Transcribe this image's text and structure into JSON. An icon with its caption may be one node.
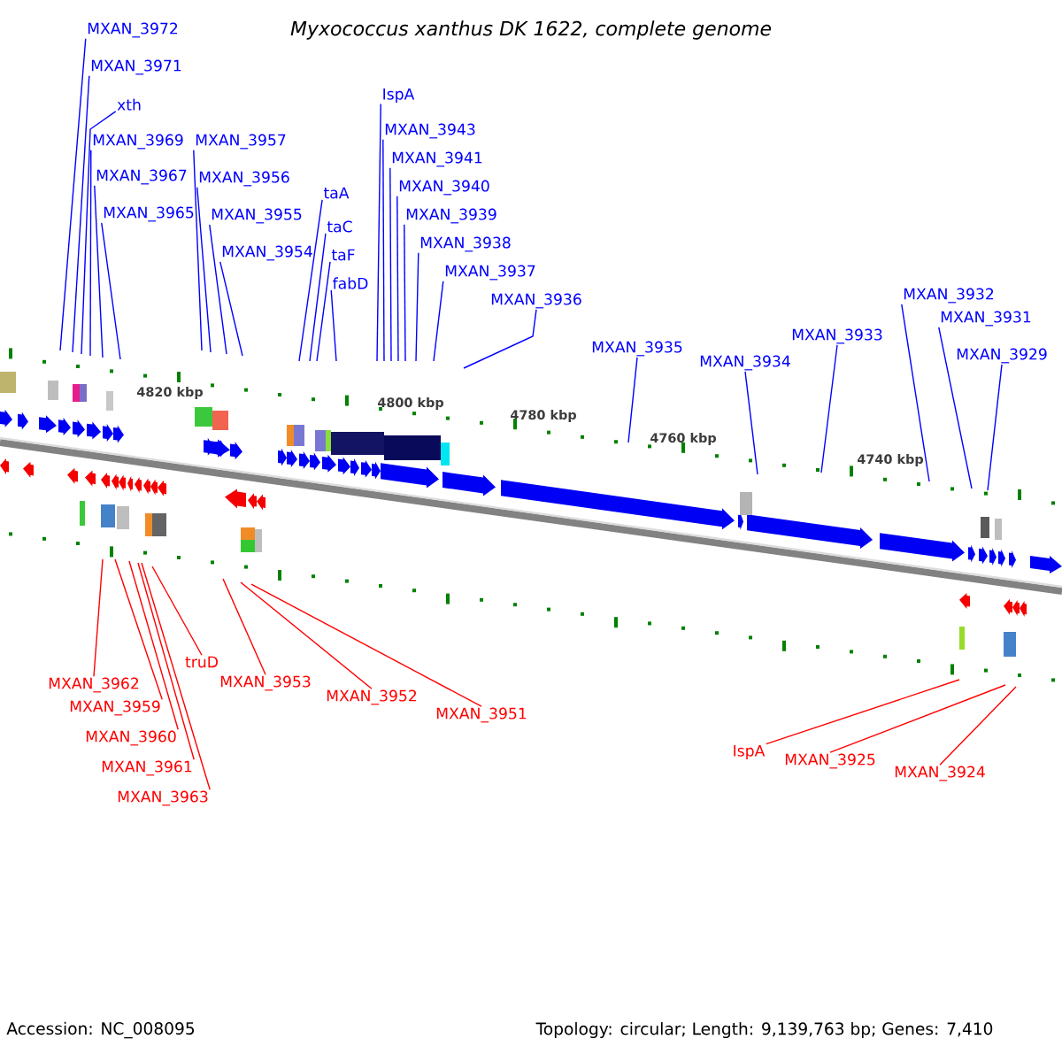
{
  "diagram": {
    "title": "Myxococcus xanthus DK 1622, complete genome",
    "nodes": [
      {
        "text": [
          "MXAN_3972"
        ]
      },
      {
        "text": [
          "MXAN_3971"
        ]
      },
      {
        "text": [
          "xth"
        ]
      },
      {
        "text": [
          "MXAN_3969"
        ]
      },
      {
        "text": [
          "MXAN_3967"
        ]
      },
      {
        "text": [
          "MXAN_3965"
        ]
      },
      {
        "text": [
          "MXAN_3957"
        ]
      },
      {
        "text": [
          "MXAN_3956"
        ]
      },
      {
        "text": [
          "MXAN_3955"
        ]
      },
      {
        "text": [
          "MXAN_3954"
        ]
      },
      {
        "text": [
          "IspA"
        ]
      },
      {
        "text": [
          "MXAN_3943"
        ]
      },
      {
        "text": [
          "MXAN_3941"
        ]
      },
      {
        "text": [
          "taA"
        ]
      },
      {
        "text": [
          "MXAN_3940"
        ]
      },
      {
        "text": [
          "taC"
        ]
      },
      {
        "text": [
          "MXAN_3939"
        ]
      },
      {
        "text": [
          "taF"
        ]
      },
      {
        "text": [
          "MXAN_3938"
        ]
      },
      {
        "text": [
          "fabD"
        ]
      },
      {
        "text": [
          "MXAN_3937"
        ]
      },
      {
        "text": [
          "MXAN_3936"
        ]
      },
      {
        "text": [
          "MXAN_3935"
        ]
      },
      {
        "text": [
          "MXAN_3934"
        ]
      },
      {
        "text": [
          "MXAN_3933"
        ]
      },
      {
        "text": [
          "MXAN_3932"
        ]
      },
      {
        "text": [
          "MXAN_3931"
        ]
      },
      {
        "text": [
          "MXAN_3929"
        ]
      },
      {
        "text": [
          "MXAN_3962"
        ]
      },
      {
        "text": [
          "truD"
        ]
      },
      {
        "text": [
          "MXAN_3953"
        ]
      },
      {
        "text": [
          "MXAN_3959"
        ]
      },
      {
        "text": [
          "MXAN_3952"
        ]
      },
      {
        "text": [
          "MXAN_3960"
        ]
      },
      {
        "text": [
          "MXAN_3951"
        ]
      },
      {
        "text": [
          "MXAN_3961"
        ]
      },
      {
        "text": [
          "MXAN_3963"
        ]
      },
      {
        "text": [
          "IspA"
        ]
      },
      {
        "text": [
          "MXAN_3925"
        ]
      },
      {
        "text": [
          "MXAN_3924"
        ]
      }
    ],
    "edges": [
      {
        "from": 0,
        "to": null,
        "arrow": "none"
      },
      {
        "from": 1,
        "to": null,
        "arrow": "none"
      },
      {
        "from": 2,
        "to": null,
        "arrow": "none"
      },
      {
        "from": 3,
        "to": null,
        "arrow": "none"
      },
      {
        "from": 4,
        "to": null,
        "arrow": "none"
      },
      {
        "from": 5,
        "to": null,
        "arrow": "none"
      },
      {
        "from": 6,
        "to": null,
        "arrow": "none"
      },
      {
        "from": 7,
        "to": null,
        "arrow": "none"
      },
      {
        "from": 8,
        "to": null,
        "arrow": "none"
      },
      {
        "from": 9,
        "to": null,
        "arrow": "none"
      },
      {
        "from": 10,
        "to": null,
        "arrow": "none"
      },
      {
        "from": 11,
        "to": null,
        "arrow": "none"
      },
      {
        "from": 12,
        "to": null,
        "arrow": "none"
      },
      {
        "from": 13,
        "to": null,
        "arrow": "none"
      },
      {
        "from": 14,
        "to": null,
        "arrow": "none"
      },
      {
        "from": 15,
        "to": null,
        "arrow": "none"
      },
      {
        "from": 16,
        "to": null,
        "arrow": "none"
      },
      {
        "from": 17,
        "to": null,
        "arrow": "none"
      },
      {
        "from": 18,
        "to": null,
        "arrow": "none"
      },
      {
        "from": 19,
        "to": null,
        "arrow": "none"
      },
      {
        "from": 20,
        "to": null,
        "arrow": "none"
      },
      {
        "from": 21,
        "to": null,
        "arrow": "none"
      },
      {
        "from": 22,
        "to": null,
        "arrow": "none"
      },
      {
        "from": 23,
        "to": null,
        "arrow": "none"
      },
      {
        "from": 24,
        "to": null,
        "arrow": "none"
      },
      {
        "from": 25,
        "to": null,
        "arrow": "none"
      },
      {
        "from": 26,
        "to": null,
        "arrow": "none"
      },
      {
        "from": 27,
        "to": null,
        "arrow": "none"
      },
      {
        "from": 28,
        "to": null,
        "arrow": "none",
        "color": "#ff0000"
      },
      {
        "from": 29,
        "to": null,
        "arrow": "none",
        "color": "#ff0000"
      },
      {
        "from": 30,
        "to": null,
        "arrow": "none",
        "color": "#ff0000"
      },
      {
        "from": 31,
        "to": null,
        "arrow": "none",
        "color": "#ff0000"
      },
      {
        "from": 32,
        "to": null,
        "arrow": "none",
        "color": "#ff0000"
      },
      {
        "from": 33,
        "to": null,
        "arrow": "none",
        "color": "#ff0000"
      },
      {
        "from": 34,
        "to": null,
        "arrow": "none",
        "color": "#ff0000"
      },
      {
        "from": 35,
        "to": null,
        "arrow": "none",
        "color": "#ff0000"
      },
      {
        "from": 36,
        "to": null,
        "arrow": "none",
        "color": "#ff0000"
      },
      {
        "from": 37,
        "to": null,
        "arrow": "none",
        "color": "#ff0000"
      },
      {
        "from": 38,
        "to": null,
        "arrow": "none",
        "color": "#ff0000"
      },
      {
        "from": 39,
        "to": null,
        "arrow": "none",
        "color": "#ff0000"
      }
    ],
    "labels": [
      "4820 kbp",
      "4800 kbp",
      "4780 kbp",
      "4760 kbp",
      "4740 kbp",
      "Accession: NC_008095",
      "Topology: circular; Length: 9,139,763 bp; Genes: 7,410"
    ]
  }
}
